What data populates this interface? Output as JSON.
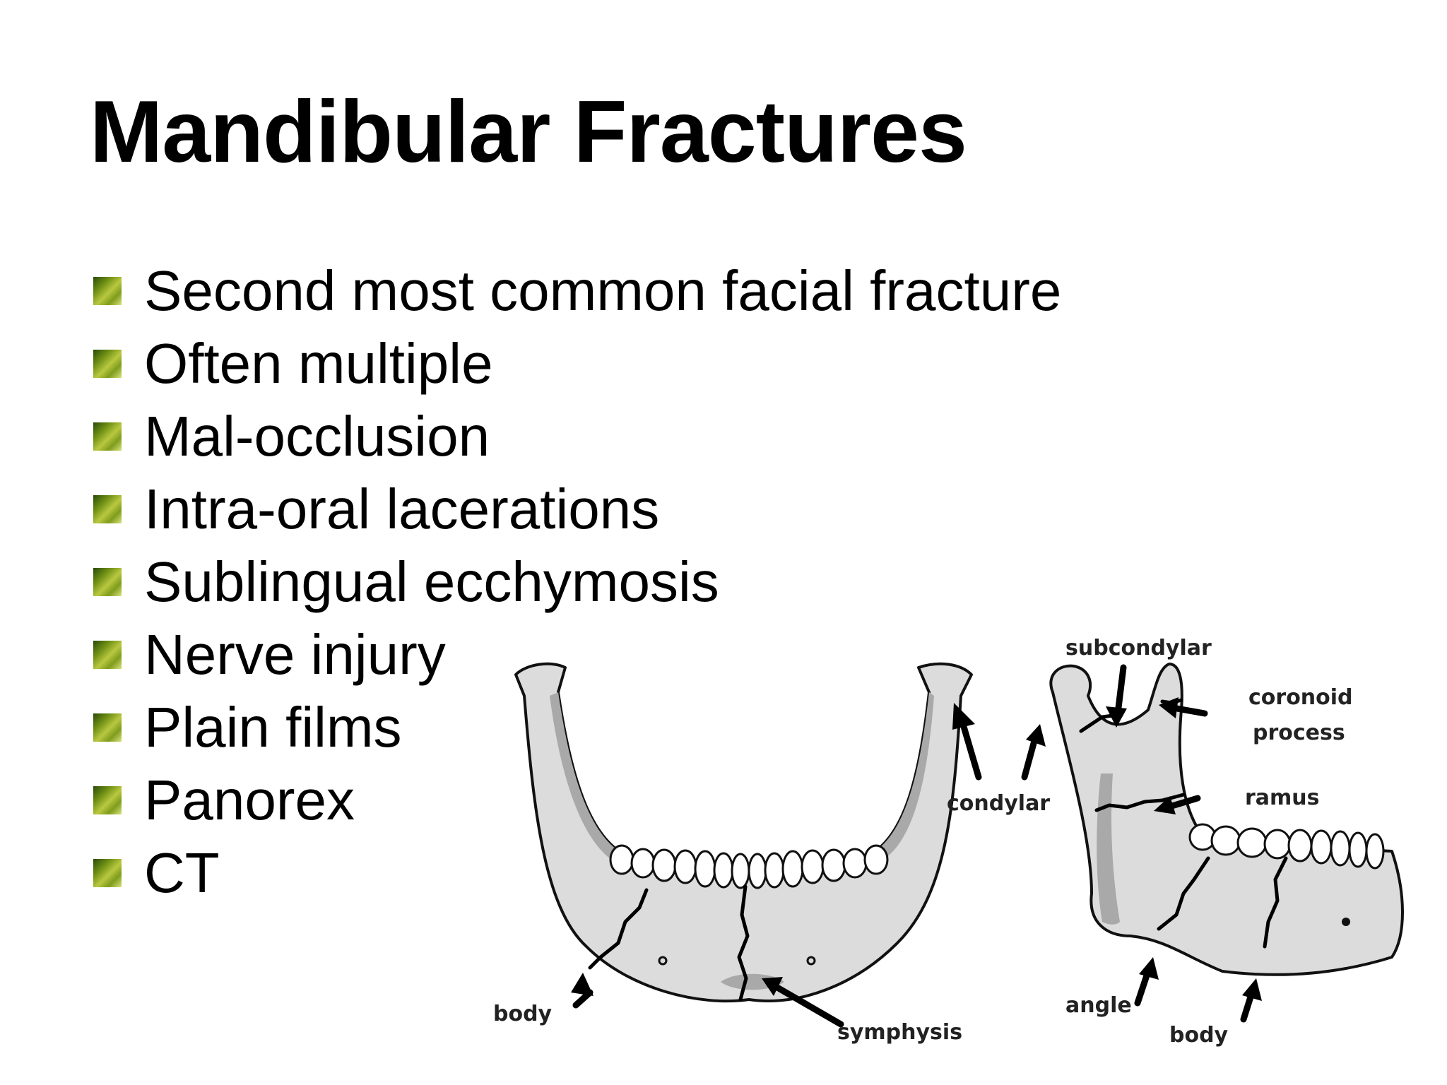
{
  "slide": {
    "title": "Mandibular Fractures",
    "bullets": [
      "Second most common facial fracture",
      "Often multiple",
      "Mal-occlusion",
      "Intra-oral lacerations",
      "Sublingual ecchymosis",
      "Nerve injury",
      "Plain films",
      "Panorex",
      "CT"
    ],
    "bullet_icon": "green-square-bullet-icon",
    "bullet_color": "#7f9c1c"
  },
  "figure": {
    "labels": {
      "subcondylar": "subcondylar",
      "coronoid": "coronoid",
      "process": "process",
      "ramus": "ramus",
      "condylar": "condylar",
      "body_front": "body",
      "symphysis": "symphysis",
      "angle": "angle",
      "body_side": "body"
    }
  }
}
